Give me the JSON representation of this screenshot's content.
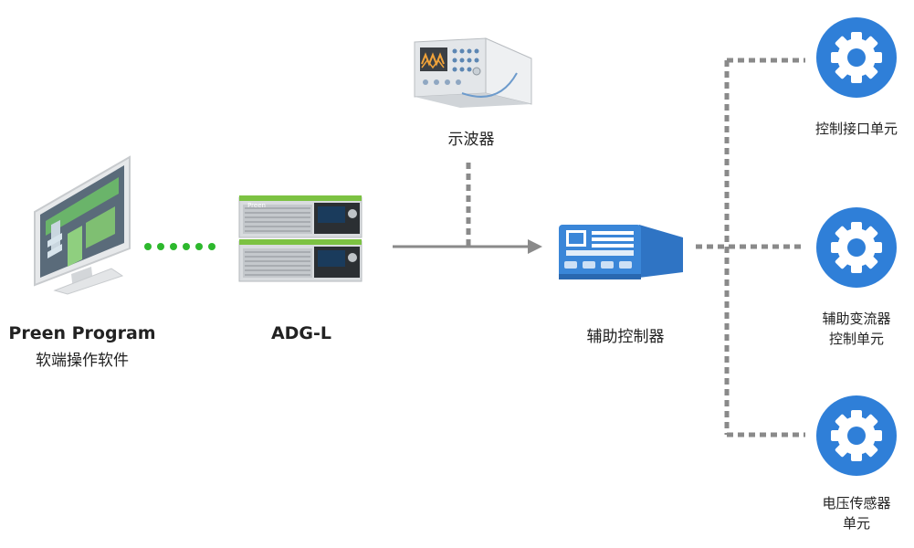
{
  "nodes": {
    "software": {
      "title": "Preen Program",
      "subtitle": "软端操作软件"
    },
    "adg": {
      "title": "ADG-L",
      "brand": "Preen"
    },
    "oscilloscope": {
      "title": "示波器"
    },
    "controller": {
      "title": "辅助控制器"
    },
    "unit_interface": {
      "line1": "控制接口单元"
    },
    "unit_converter": {
      "line1": "辅助变流器",
      "line2": "控制单元"
    },
    "unit_sensor": {
      "line1": "电压传感器",
      "line2": "单元"
    }
  },
  "colors": {
    "green_dots": "#2db82d",
    "connector_gray": "#8a8a8a",
    "gear_blue": "#2f7fd8",
    "controller_blue": "#3a86d8"
  }
}
